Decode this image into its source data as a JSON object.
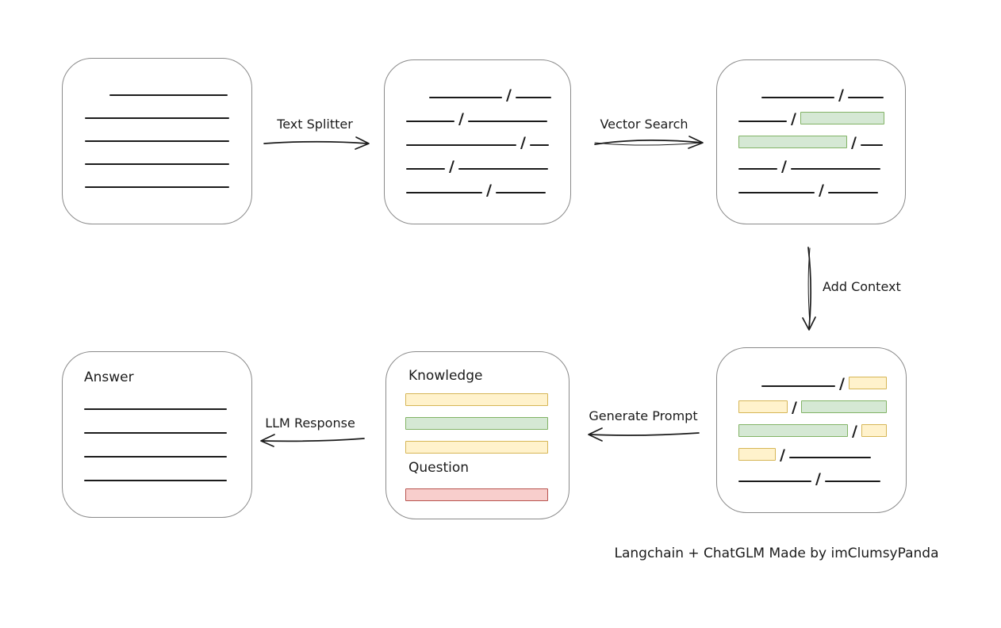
{
  "palette": {
    "ink": "#1b1b1b",
    "box_border": "#8a8a8a",
    "green_fill": "#d5e8d4",
    "green_stroke": "#82b366",
    "yellow_fill": "#fff2cc",
    "yellow_stroke": "#d6b656",
    "red_fill": "#f8cecc",
    "red_stroke": "#b85450"
  },
  "separator": "/",
  "caption": "Langchain + ChatGLM Made by imClumsyPanda",
  "edge_labels": {
    "text_splitter": "Text Splitter",
    "vector_search": "Vector Search",
    "add_context": "Add Context",
    "generate_prompt": "Generate Prompt",
    "llm_response": "LLM Response"
  },
  "nodes": {
    "document": {
      "lines": [
        {
          "indent": 31,
          "width": 149
        },
        {
          "indent": 0,
          "width": 182
        },
        {
          "indent": 0,
          "width": 182
        },
        {
          "indent": 0,
          "width": 182
        },
        {
          "indent": 0,
          "width": 182
        }
      ]
    },
    "chunks": {
      "rows": [
        {
          "indent": 29,
          "segments": [
            {
              "type": "line",
              "width": 92
            },
            {
              "type": "line",
              "width": 45
            }
          ]
        },
        {
          "indent": 0,
          "segments": [
            {
              "type": "line",
              "width": 61
            },
            {
              "type": "line",
              "width": 100
            }
          ]
        },
        {
          "indent": 0,
          "segments": [
            {
              "type": "line",
              "width": 139
            },
            {
              "type": "line",
              "width": 24
            }
          ]
        },
        {
          "indent": 0,
          "segments": [
            {
              "type": "line",
              "width": 49
            },
            {
              "type": "line",
              "width": 113
            }
          ]
        },
        {
          "indent": 0,
          "segments": [
            {
              "type": "line",
              "width": 96
            },
            {
              "type": "line",
              "width": 63
            }
          ]
        }
      ]
    },
    "matched_chunks": {
      "rows": [
        {
          "indent": 29,
          "segments": [
            {
              "type": "line",
              "width": 92
            },
            {
              "type": "line",
              "width": 45
            }
          ]
        },
        {
          "indent": 0,
          "segments": [
            {
              "type": "line",
              "width": 61
            },
            {
              "type": "green",
              "width": 106
            }
          ]
        },
        {
          "indent": 0,
          "segments": [
            {
              "type": "green",
              "width": 137
            },
            {
              "type": "line",
              "width": 28
            }
          ]
        },
        {
          "indent": 0,
          "segments": [
            {
              "type": "line",
              "width": 49
            },
            {
              "type": "line",
              "width": 113
            }
          ]
        },
        {
          "indent": 0,
          "segments": [
            {
              "type": "line",
              "width": 96
            },
            {
              "type": "line",
              "width": 63
            }
          ]
        }
      ]
    },
    "context_chunks": {
      "rows": [
        {
          "indent": 29,
          "segments": [
            {
              "type": "line",
              "width": 93
            },
            {
              "type": "yellow",
              "width": 48
            }
          ]
        },
        {
          "indent": 0,
          "segments": [
            {
              "type": "yellow",
              "width": 62
            },
            {
              "type": "green",
              "width": 108
            }
          ]
        },
        {
          "indent": 0,
          "segments": [
            {
              "type": "green",
              "width": 138
            },
            {
              "type": "yellow",
              "width": 32
            }
          ]
        },
        {
          "indent": 0,
          "segments": [
            {
              "type": "yellow",
              "width": 47
            },
            {
              "type": "line",
              "width": 103
            }
          ]
        },
        {
          "indent": 0,
          "segments": [
            {
              "type": "line",
              "width": 92
            },
            {
              "type": "line",
              "width": 70
            }
          ]
        }
      ]
    },
    "prompt": {
      "knowledge_label": "Knowledge",
      "question_label": "Question",
      "knowledge_bars": [
        "yellow",
        "green",
        "yellow"
      ],
      "question_bars": [
        "red"
      ]
    },
    "answer": {
      "label": "Answer",
      "lines": [
        {
          "indent": 0,
          "width": 180
        },
        {
          "indent": 0,
          "width": 180
        },
        {
          "indent": 0,
          "width": 180
        },
        {
          "indent": 0,
          "width": 180
        }
      ]
    }
  }
}
